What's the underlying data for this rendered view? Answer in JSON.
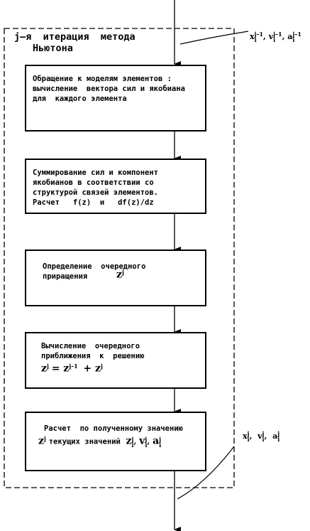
{
  "frame": {
    "title_line1": "j–я  итерация  метода",
    "title_line2": "Ньютона"
  },
  "input_vars": {
    "x": "x",
    "v": "v",
    "a": "a",
    "sub": "i",
    "sup": "j–1",
    "sep": ","
  },
  "output_vars": {
    "x": "x",
    "v": "v",
    "a": "a",
    "sub": "i",
    "sup": "j",
    "sep": ","
  },
  "boxes": [
    {
      "lines": [
        "Обращение к моделям элементов :",
        "вычисление  вектора сил и якобиана",
        "для  каждого элемента"
      ]
    },
    {
      "lines": [
        "Суммирование сил и компонент",
        "якобианов в соответствии со",
        "структурой связей элементов.",
        "Расчет   f(z)  и   df(z)/dz"
      ]
    },
    {
      "line1": "Определение  очередного",
      "line2": "приращения",
      "var": "z",
      "var_sup": "j"
    },
    {
      "line1": "Вычисление  очередного",
      "line2": "приближения  к  решению",
      "eq_left": "z",
      "eq_left_sup": "j",
      "eq_mid": "= z",
      "eq_mid_sup": "j–1",
      "eq_plus": "+  z",
      "eq_right_sup": "j"
    },
    {
      "line1": "Расчет  по полученному значению",
      "z": "z",
      "z_sup": "j",
      "text": "текущих значений",
      "vars": "z",
      "v": "v",
      "a": "a",
      "sub": "i",
      "sup": "j",
      "sep": ","
    }
  ]
}
